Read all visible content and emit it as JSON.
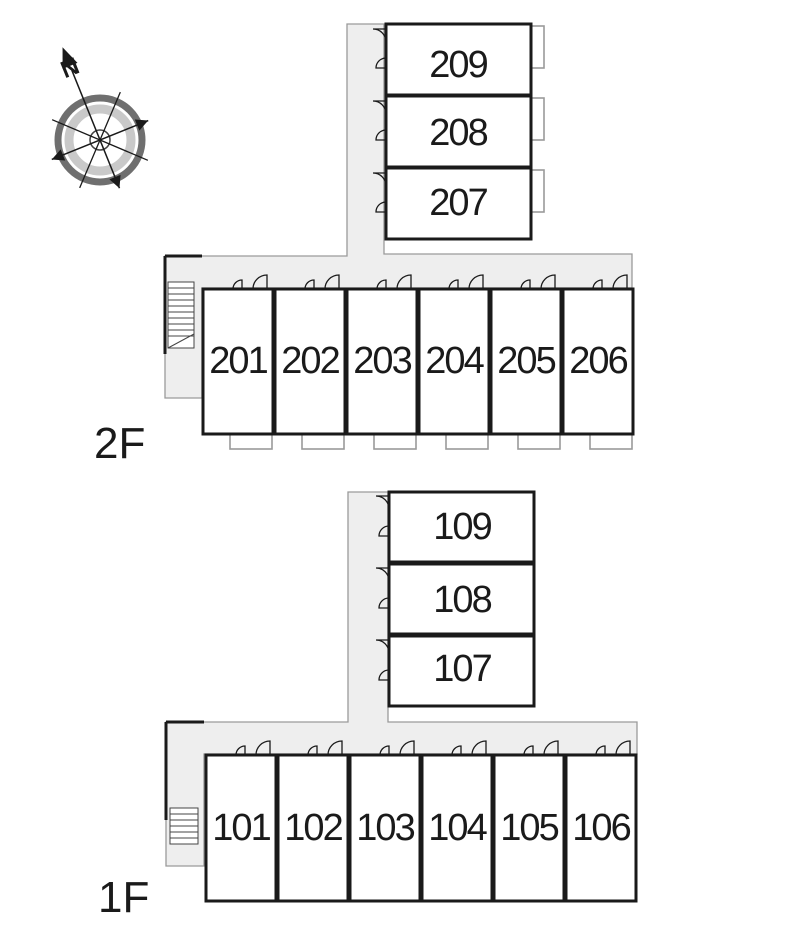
{
  "floors": [
    {
      "label": "2F",
      "units_top": [
        "209",
        "208",
        "207"
      ],
      "units_row": [
        "201",
        "202",
        "203",
        "204",
        "205",
        "206"
      ]
    },
    {
      "label": "1F",
      "units_top": [
        "109",
        "108",
        "107"
      ],
      "units_row": [
        "101",
        "102",
        "103",
        "104",
        "105",
        "106"
      ]
    }
  ],
  "compass": {
    "north_label": "N",
    "icon": "compass-icon"
  }
}
